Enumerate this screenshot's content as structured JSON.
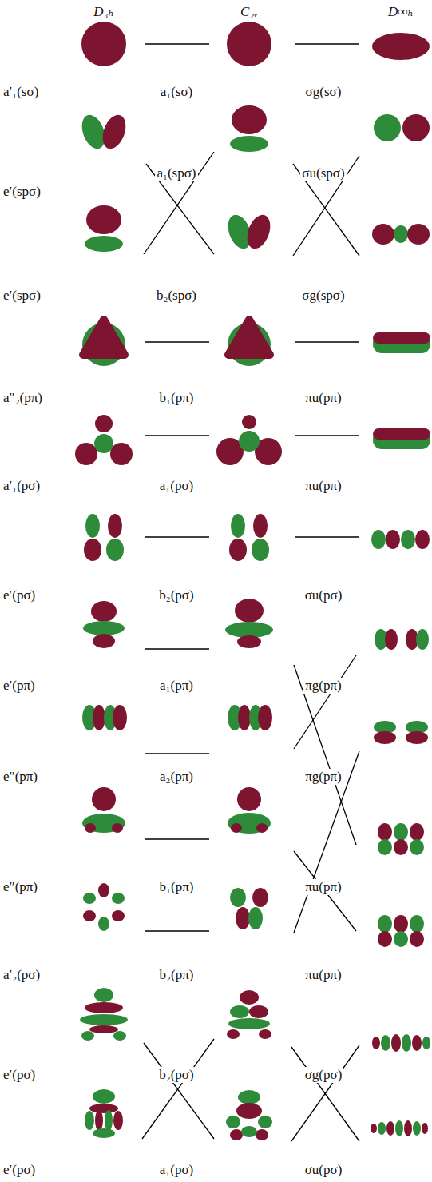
{
  "diagram": {
    "labels": [
      "D₃ₕ",
      "C₂ᵥ",
      "D∞ₕ",
      "a′₁(sσ)",
      "a₁(sσ)",
      "σg(sσ)",
      "e′(spσ)",
      "a₁(spσ)",
      "σu(spσ)",
      "e′(spσ)",
      "b₂(spσ)",
      "σg(spσ)",
      "a″₂(pπ)",
      "b₁(pπ)",
      "πu(pπ)",
      "a′₁(pσ)",
      "a₁(pσ)",
      "πu(pπ)",
      "e′(pσ)",
      "b₂(pσ)",
      "σu(pσ)",
      "e′(pπ)",
      "a₁(pπ)",
      "πg(pπ)",
      "e″(pπ)",
      "a₂(pπ)",
      "πg(pπ)",
      "e″(pπ)",
      "b₁(pπ)",
      "πu(pπ)",
      "a′₂(pσ)",
      "b₂(pπ)",
      "πu(pπ)",
      "e′(pσ)",
      "b₂(pσ)",
      "σg(pσ)",
      "e′(pσ)",
      "a₁(pσ)",
      "σu(pσ)"
    ]
  }
}
